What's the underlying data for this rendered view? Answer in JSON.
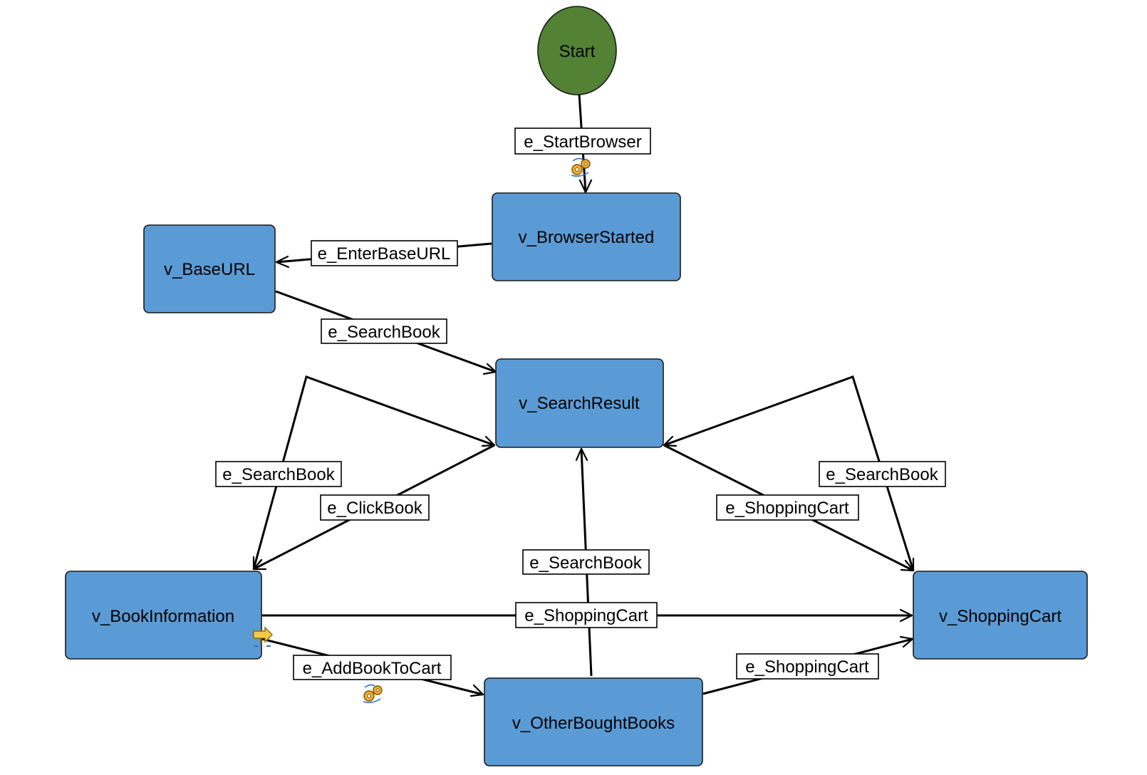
{
  "nodes": {
    "start": "Start",
    "browser_started": "v_BrowserStarted",
    "base_url": "v_BaseURL",
    "search_result": "v_SearchResult",
    "book_information": "v_BookInformation",
    "shopping_cart": "v_ShoppingCart",
    "other_bought_books": "v_OtherBoughtBooks"
  },
  "edges": {
    "start_browser": "e_StartBrowser",
    "enter_base_url": "e_EnterBaseURL",
    "search_book_from_base": "e_SearchBook",
    "search_book_from_bookinfo": "e_SearchBook",
    "click_book": "e_ClickBook",
    "search_book_from_cart": "e_SearchBook",
    "shopping_cart_from_search": "e_ShoppingCart",
    "search_book_from_other": "e_SearchBook",
    "shopping_cart_from_bookinfo": "e_ShoppingCart",
    "add_book_to_cart": "e_AddBookToCart",
    "shopping_cart_from_other": "e_ShoppingCart"
  },
  "icons": {
    "action_gear": "gear-action-icon",
    "guard": "guard-icon"
  },
  "colors": {
    "vertex_fill": "#5b9bd5",
    "start_fill": "#548235",
    "edge": "#000000"
  }
}
